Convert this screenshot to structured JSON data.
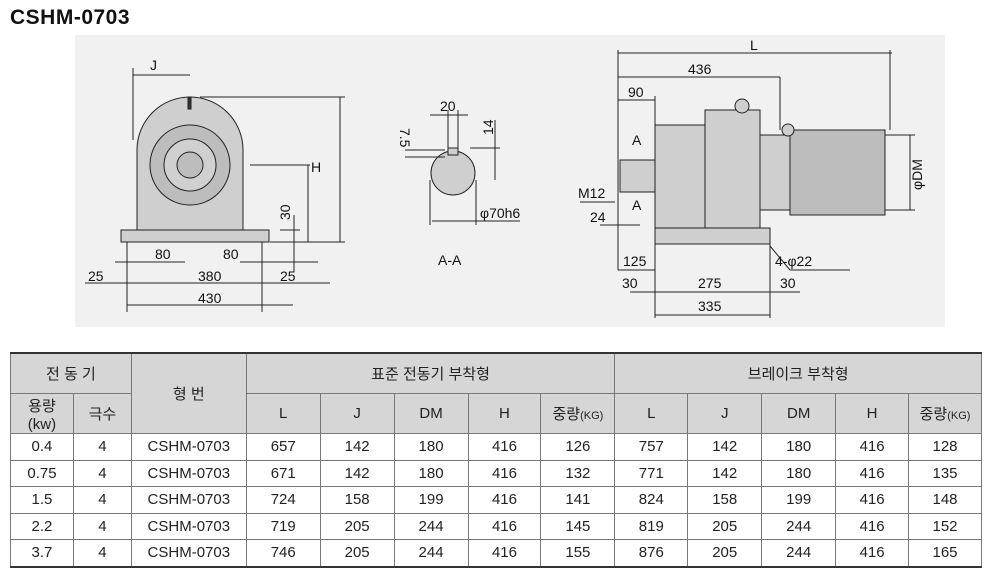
{
  "title": "CSHM-0703",
  "drawing": {
    "front": {
      "J": "J",
      "H": "H",
      "d30": "30",
      "d80a": "80",
      "d80b": "80",
      "d25a": "25",
      "d25b": "25",
      "d380": "380",
      "d430": "430"
    },
    "section": {
      "d20": "20",
      "d14": "14",
      "d75": "7.5",
      "shaft": "φ70h6",
      "label": "A-A"
    },
    "side": {
      "L": "L",
      "d436": "436",
      "d90": "90",
      "A1": "A",
      "A2": "A",
      "M12": "M12",
      "d24": "24",
      "d125": "125",
      "holes": "4-φ22",
      "d30a": "30",
      "d275": "275",
      "d30b": "30",
      "d335": "335",
      "DM": "φDM"
    }
  },
  "table": {
    "group_motor": "전 동 기",
    "model_header": "형 번",
    "group_standard": "표준 전동기 부착형",
    "group_brake": "브레이크 부착형",
    "cap_header": "용량",
    "cap_unit": "(kw)",
    "poles_header": "극수",
    "cols": [
      "L",
      "J",
      "DM",
      "H"
    ],
    "weight_header": "중량",
    "weight_unit": "(KG)",
    "rows": [
      [
        "0.4",
        "4",
        "CSHM-0703",
        "657",
        "142",
        "180",
        "416",
        "126",
        "757",
        "142",
        "180",
        "416",
        "128"
      ],
      [
        "0.75",
        "4",
        "CSHM-0703",
        "671",
        "142",
        "180",
        "416",
        "132",
        "771",
        "142",
        "180",
        "416",
        "135"
      ],
      [
        "1.5",
        "4",
        "CSHM-0703",
        "724",
        "158",
        "199",
        "416",
        "141",
        "824",
        "158",
        "199",
        "416",
        "148"
      ],
      [
        "2.2",
        "4",
        "CSHM-0703",
        "719",
        "205",
        "244",
        "416",
        "145",
        "819",
        "205",
        "244",
        "416",
        "152"
      ],
      [
        "3.7",
        "4",
        "CSHM-0703",
        "746",
        "205",
        "244",
        "416",
        "155",
        "876",
        "205",
        "244",
        "416",
        "165"
      ]
    ]
  }
}
